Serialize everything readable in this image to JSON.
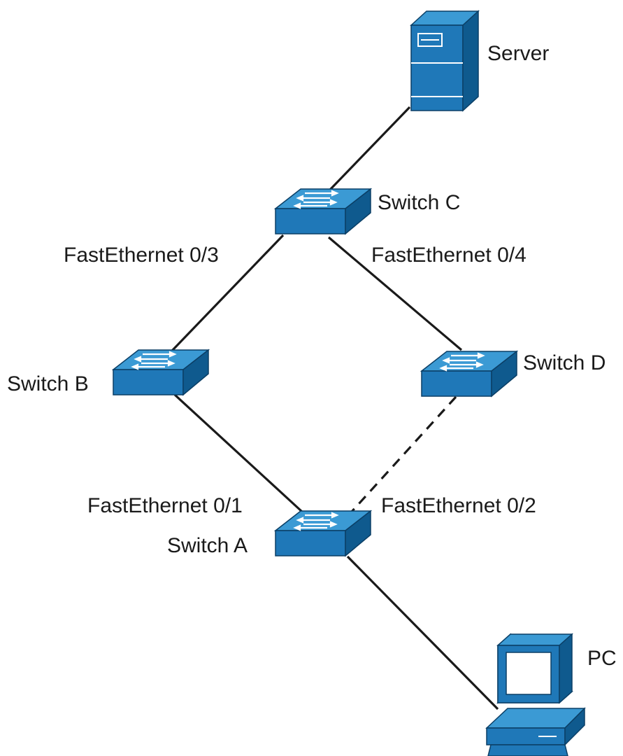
{
  "diagram": {
    "nodes": {
      "server": {
        "label": "Server",
        "icon": "server-icon"
      },
      "switch_c": {
        "label": "Switch C",
        "icon": "switch-icon"
      },
      "switch_b": {
        "label": "Switch B",
        "icon": "switch-icon"
      },
      "switch_d": {
        "label": "Switch D",
        "icon": "switch-icon"
      },
      "switch_a": {
        "label": "Switch A",
        "icon": "switch-icon"
      },
      "pc": {
        "label": "PC",
        "icon": "pc-icon"
      }
    },
    "ports": {
      "c_fa03": "FastEthernet 0/3",
      "c_fa04": "FastEthernet 0/4",
      "a_fa01": "FastEthernet 0/1",
      "a_fa02": "FastEthernet 0/2"
    },
    "links": [
      {
        "from": "server",
        "to": "switch_c",
        "style": "solid"
      },
      {
        "from": "switch_c",
        "to": "switch_b",
        "style": "solid"
      },
      {
        "from": "switch_c",
        "to": "switch_d",
        "style": "solid"
      },
      {
        "from": "switch_b",
        "to": "switch_a",
        "style": "solid"
      },
      {
        "from": "switch_d",
        "to": "switch_a",
        "style": "dashed"
      },
      {
        "from": "switch_a",
        "to": "pc",
        "style": "solid"
      }
    ],
    "colors": {
      "device_blue": "#1f78b8",
      "device_top": "#3b9ad4",
      "device_dark": "#0f5a8e",
      "outline": "#0b3f66",
      "line": "#1a1a1a"
    }
  }
}
